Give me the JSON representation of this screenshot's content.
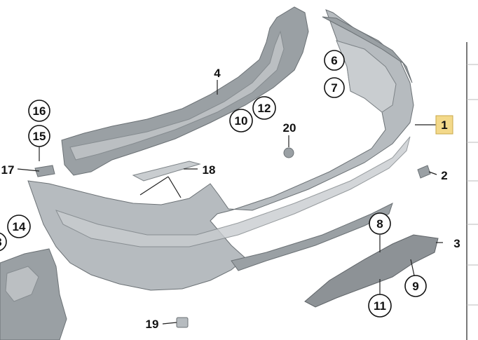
{
  "diagram": {
    "callouts": [
      {
        "id": "c1",
        "text": "1",
        "style": "highlight"
      },
      {
        "id": "c2",
        "text": "2",
        "style": "plain"
      },
      {
        "id": "c3",
        "text": "3",
        "style": "plain"
      },
      {
        "id": "c4",
        "text": "4",
        "style": "plain"
      },
      {
        "id": "c6",
        "text": "6",
        "style": "circle"
      },
      {
        "id": "c7",
        "text": "7",
        "style": "circle"
      },
      {
        "id": "c8",
        "text": "8",
        "style": "circle"
      },
      {
        "id": "c9",
        "text": "9",
        "style": "circle"
      },
      {
        "id": "c10",
        "text": "10",
        "style": "circle"
      },
      {
        "id": "c11",
        "text": "11",
        "style": "circle"
      },
      {
        "id": "c12",
        "text": "12",
        "style": "circle"
      },
      {
        "id": "c14",
        "text": "14",
        "style": "circle"
      },
      {
        "id": "c15",
        "text": "15",
        "style": "circle"
      },
      {
        "id": "c16",
        "text": "16",
        "style": "circle"
      },
      {
        "id": "c17",
        "text": "17",
        "style": "plain"
      },
      {
        "id": "c18",
        "text": "18",
        "style": "plain"
      },
      {
        "id": "c19",
        "text": "19",
        "style": "plain"
      },
      {
        "id": "c20",
        "text": "20",
        "style": "plain"
      },
      {
        "id": "c13partial",
        "text": "3",
        "style": "circle"
      }
    ],
    "highlight_color": "#f3d98a",
    "part_color": "#b6bbbf"
  }
}
